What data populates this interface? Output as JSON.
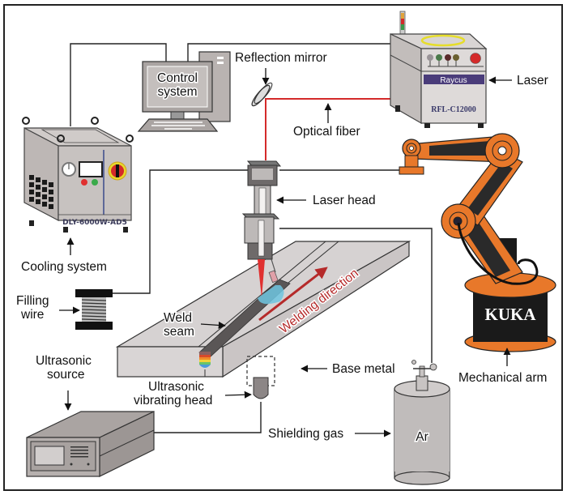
{
  "diagram": {
    "type": "system-schematic",
    "subject": "Ultrasonic-assisted laser wire-filling welding setup",
    "labels": {
      "control_system_line1": "Control",
      "control_system_line2": "system",
      "reflection_mirror": "Reflection mirror",
      "optical_fiber": "Optical fiber",
      "laser": "Laser",
      "laser_brand": "Raycus",
      "laser_model": "RFL-C12000",
      "cooling_model": "DLY-6000W-AD5",
      "cooling_system": "Cooling system",
      "laser_head": "Laser head",
      "filling_wire_line1": "Filling",
      "filling_wire_line2": "wire",
      "weld_seam_line1": "Weld",
      "weld_seam_line2": "seam",
      "welding_direction": "Welding direction",
      "ultrasonic_source_line1": "Ultrasonic",
      "ultrasonic_source_line2": "source",
      "ultrasonic_head_line1": "Ultrasonic",
      "ultrasonic_head_line2": "vibrating head",
      "base_metal": "Base metal",
      "shielding_gas": "Shielding gas",
      "gas_cylinder": "Ar",
      "robot_brand": "KUKA",
      "mechanical_arm": "Mechanical arm"
    },
    "colors": {
      "laser_beam": "#d42a2a",
      "robot_orange": "#e8782a",
      "robot_dark": "#2a2a2a",
      "laser_badge": "#4a3c7a",
      "equipment_gray": "#c9c4c2",
      "base_metal": "#d8d4d4",
      "gas_cylinder": "#c0bcbb",
      "welding_arrow": "#b52a2a",
      "shield_gas_spray": "#6fc6e0"
    }
  }
}
